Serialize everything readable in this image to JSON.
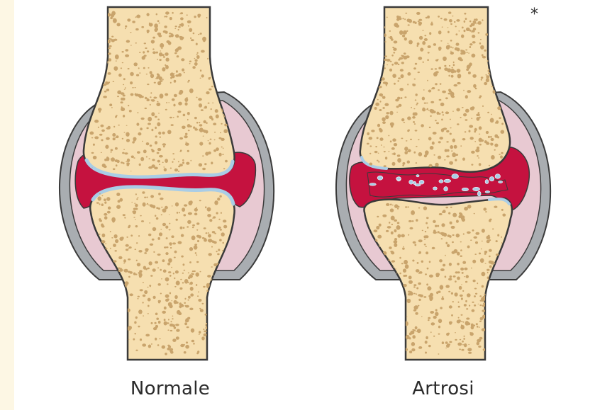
{
  "figure": {
    "asterisk": "*",
    "panels": [
      {
        "id": "normal",
        "caption": "Normale"
      },
      {
        "id": "osteoarthritis",
        "caption": "Artrosi"
      }
    ]
  },
  "colors": {
    "background": "#fdf7e4",
    "bone": "#f6dfb0",
    "bone_outline": "#3a3a3a",
    "bone_pores": "#c9a46c",
    "capsule": "#a9adb1",
    "synovium": "#e8c9d2",
    "synovial_fluid": "#c5123f",
    "cartilage": "#a9cde6"
  }
}
